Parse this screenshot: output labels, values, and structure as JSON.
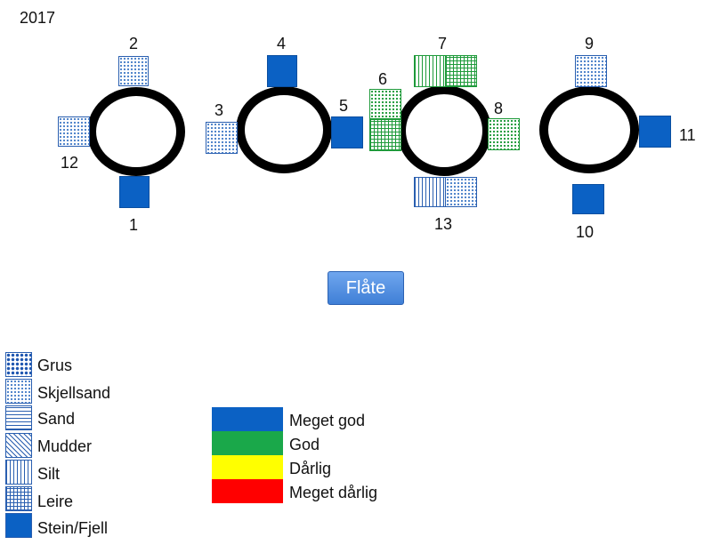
{
  "year": "2017",
  "button_label": "Flåte",
  "numbers": {
    "n1": "1",
    "n2": "2",
    "n3": "3",
    "n4": "4",
    "n5": "5",
    "n6": "6",
    "n7": "7",
    "n8": "8",
    "n9": "9",
    "n10": "10",
    "n11": "11",
    "n12": "12",
    "n13": "13"
  },
  "substrate_legend": {
    "grus": "Grus",
    "skjellsand": "Skjellsand",
    "sand": "Sand",
    "mudder": "Mudder",
    "silt": "Silt",
    "leire": "Leire",
    "stein": "Stein/Fjell"
  },
  "quality_legend": {
    "meget_god": "Meget god",
    "god": "God",
    "darlig": "Dårlig",
    "meget_darlig": "Meget dårlig"
  },
  "colors": {
    "meget_god": "#0b61c4",
    "god": "#1aa84a",
    "darlig": "#ffff00",
    "meget_darlig": "#ff0000"
  }
}
